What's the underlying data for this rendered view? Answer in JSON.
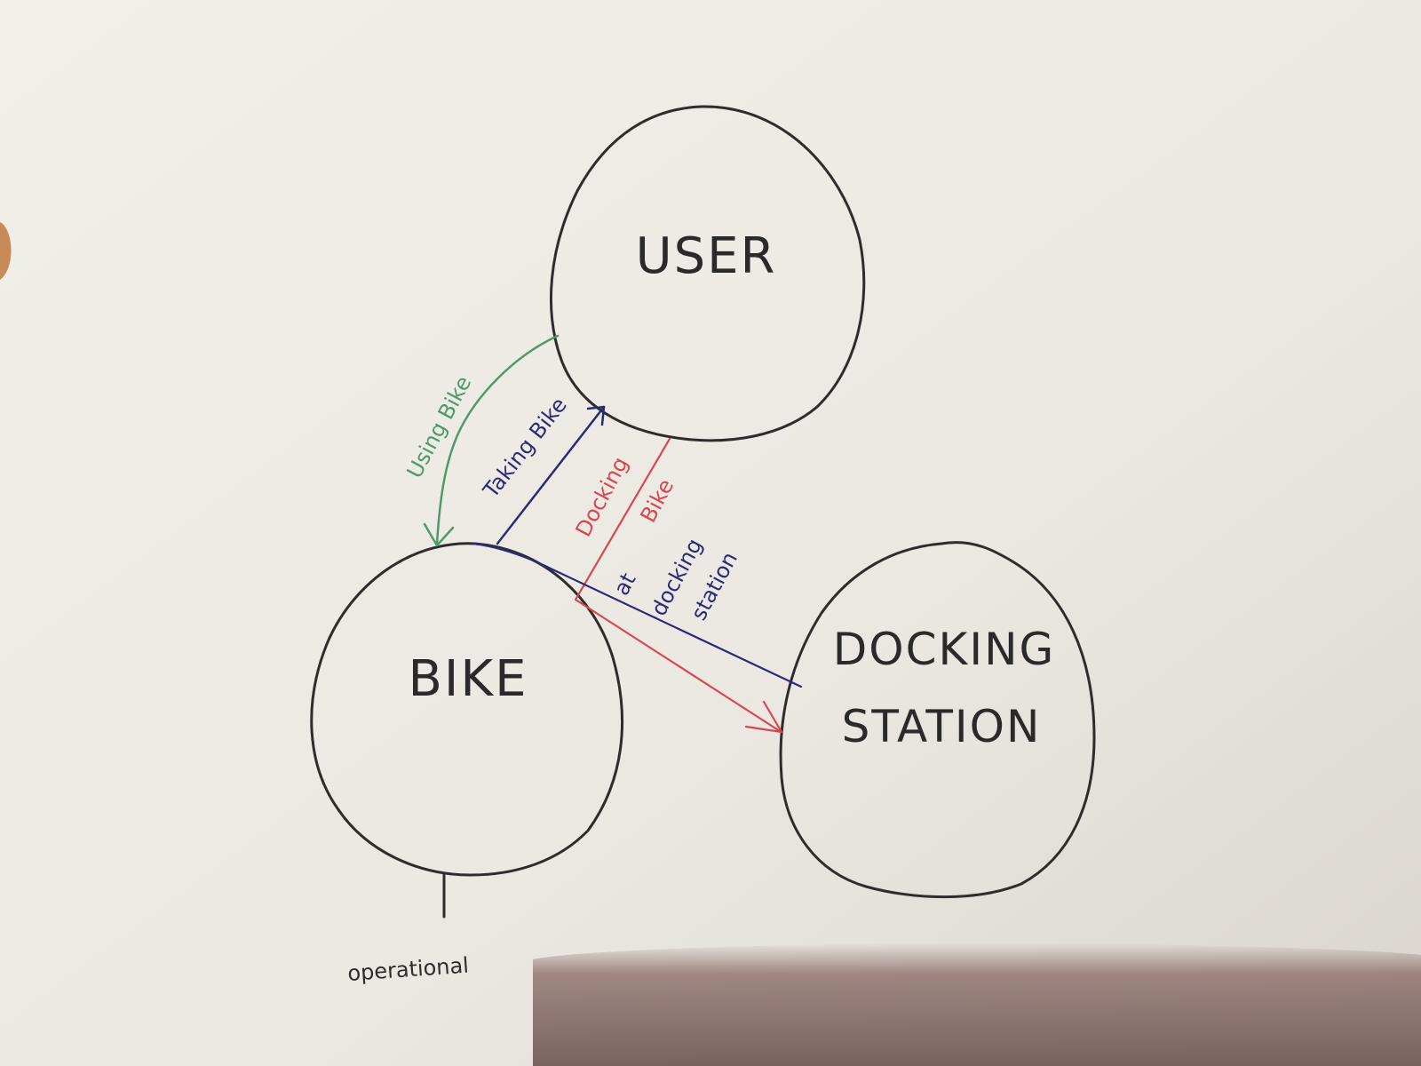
{
  "nodes": {
    "user": {
      "label": "USER"
    },
    "bike": {
      "label": "BIKE"
    },
    "docking_station": {
      "line1": "DOCKING",
      "line2": "STATION"
    }
  },
  "edges": {
    "using_bike": {
      "label": "Using Bike",
      "color": "#4e9a6a"
    },
    "taking_bike": {
      "label": "Taking Bike",
      "color": "#2b2a7a"
    },
    "docking_bike": {
      "line1": "Docking",
      "line2": "Bike",
      "color": "#d9464e"
    },
    "at_docking_station": {
      "line1": "at",
      "line2": "docking",
      "line3": "station",
      "color": "#2b2a7a"
    }
  },
  "annotations": {
    "bike_state": {
      "label": "operational"
    }
  },
  "colors": {
    "paper": "#ece9e3",
    "ink": "#2d2d2d"
  }
}
